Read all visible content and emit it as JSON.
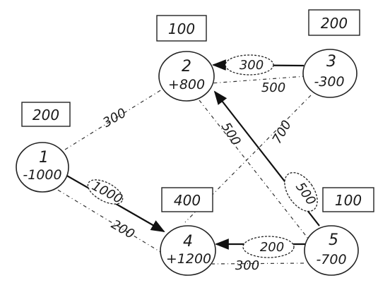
{
  "nodes": [
    {
      "id": "1",
      "balance": "-1000",
      "potential": "200"
    },
    {
      "id": "2",
      "balance": "+800",
      "potential": "100"
    },
    {
      "id": "3",
      "balance": "-300",
      "potential": "200"
    },
    {
      "id": "4",
      "balance": "+1200",
      "potential": "400"
    },
    {
      "id": "5",
      "balance": "-700",
      "potential": "100"
    }
  ],
  "edges": [
    {
      "from": "1",
      "to": "2",
      "label": "300",
      "flow": false
    },
    {
      "from": "1",
      "to": "4",
      "label": "1000",
      "flow": true
    },
    {
      "from": "1",
      "to": "4",
      "label": "200",
      "flow": false
    },
    {
      "from": "3",
      "to": "2",
      "label": "300",
      "flow": true
    },
    {
      "from": "3",
      "to": "2",
      "label": "500",
      "flow": false
    },
    {
      "from": "3",
      "to": "4",
      "label": "700",
      "flow": false
    },
    {
      "from": "2",
      "to": "5",
      "label": "500",
      "flow": false
    },
    {
      "from": "5",
      "to": "2",
      "label": "500",
      "flow": true
    },
    {
      "from": "5",
      "to": "4",
      "label": "200",
      "flow": true
    },
    {
      "from": "5",
      "to": "4",
      "label": "300",
      "flow": false
    }
  ]
}
